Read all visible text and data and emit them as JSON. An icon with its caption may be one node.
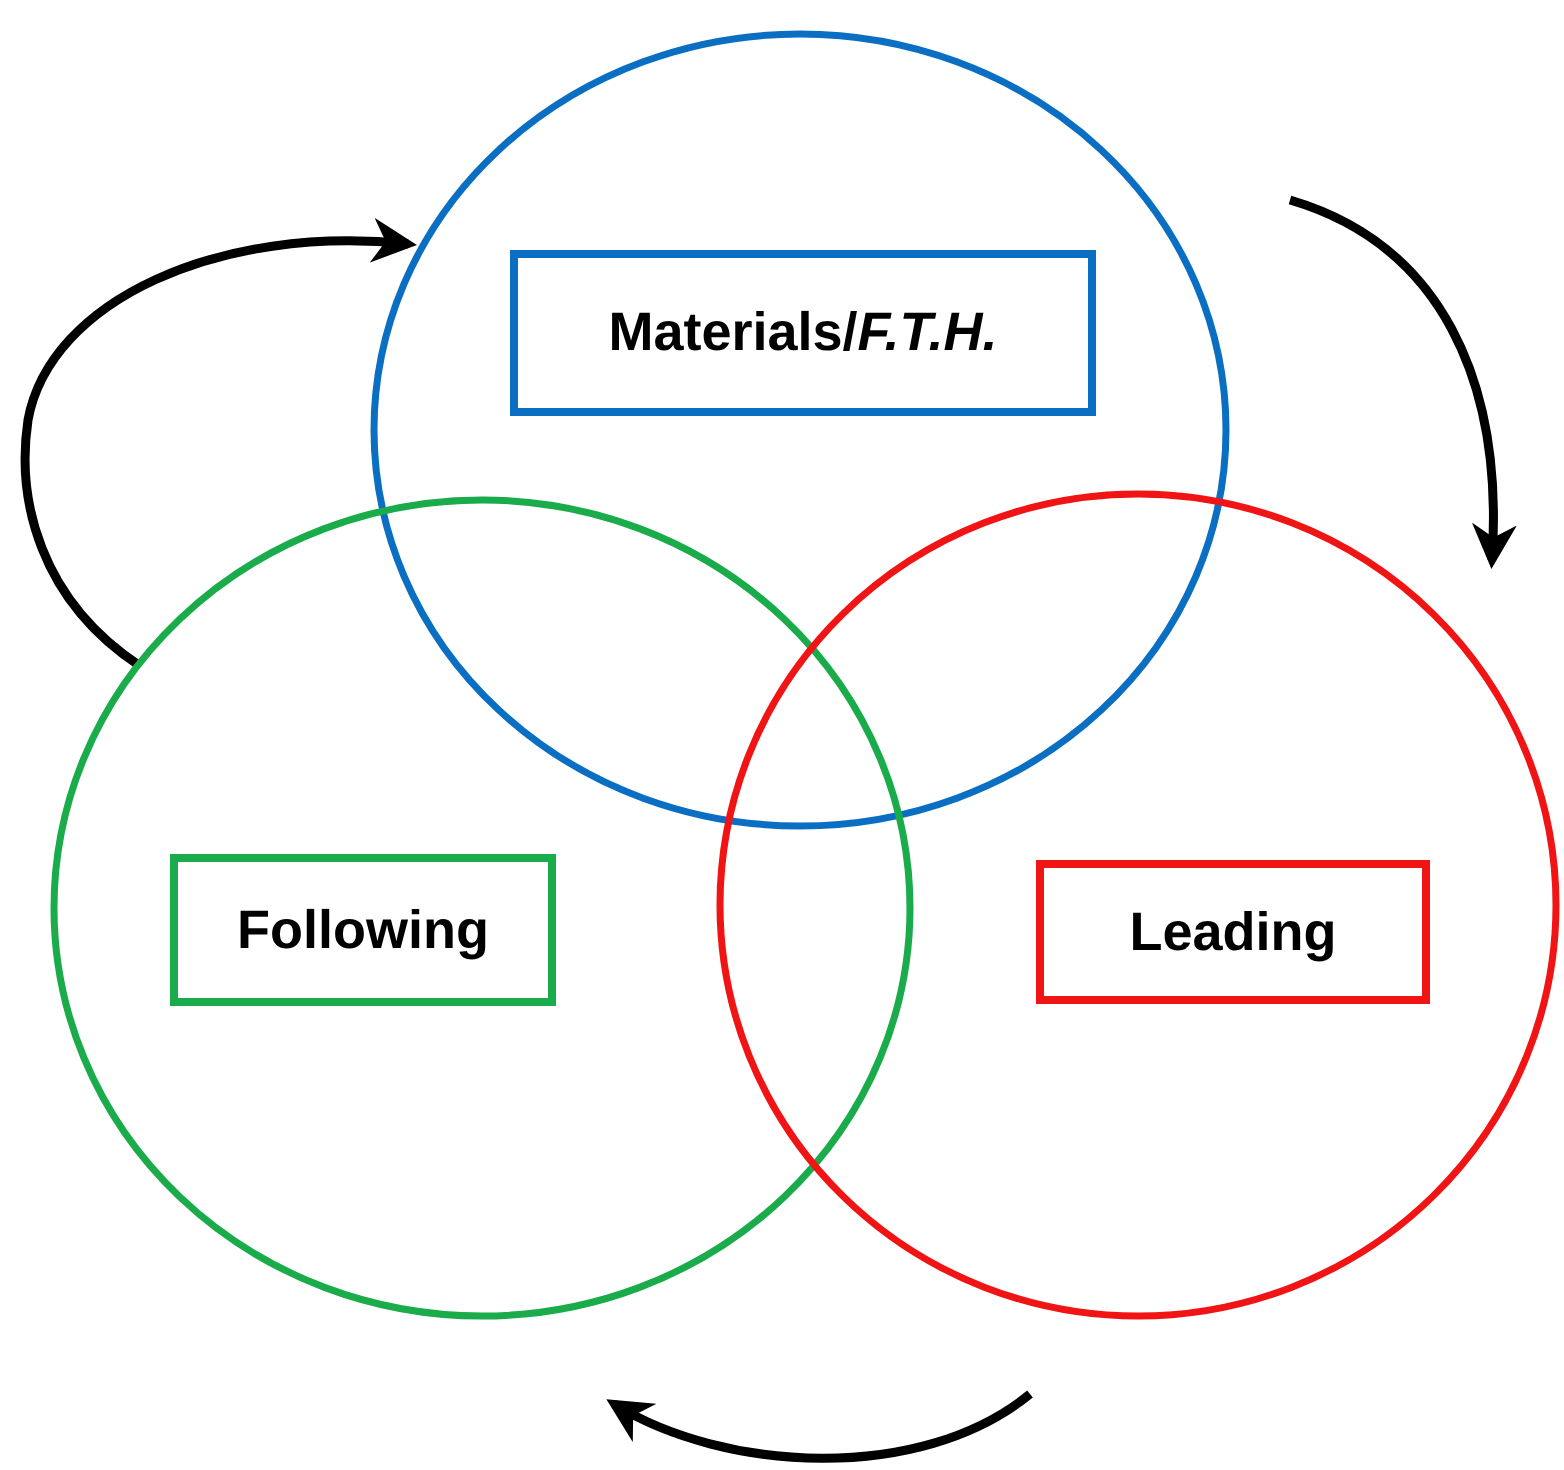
{
  "diagram": {
    "nodes": [
      {
        "text": [],
        "shape": "circle"
      },
      {
        "text": [
          "Materials/*F.T.H.*"
        ],
        "in": 0
      },
      {
        "text": [],
        "shape": "circle"
      },
      {
        "text": [
          "Following"
        ],
        "in": 2
      },
      {
        "text": [],
        "shape": "circle"
      },
      {
        "text": [
          "Leading"
        ],
        "in": 4
      }
    ],
    "edges": [
      {
        "from": 2,
        "to": 0,
        "arrow": "to"
      },
      {
        "from": 0,
        "to": 4,
        "arrow": "to"
      },
      {
        "from": 4,
        "to": 2,
        "arrow": "to"
      }
    ]
  }
}
